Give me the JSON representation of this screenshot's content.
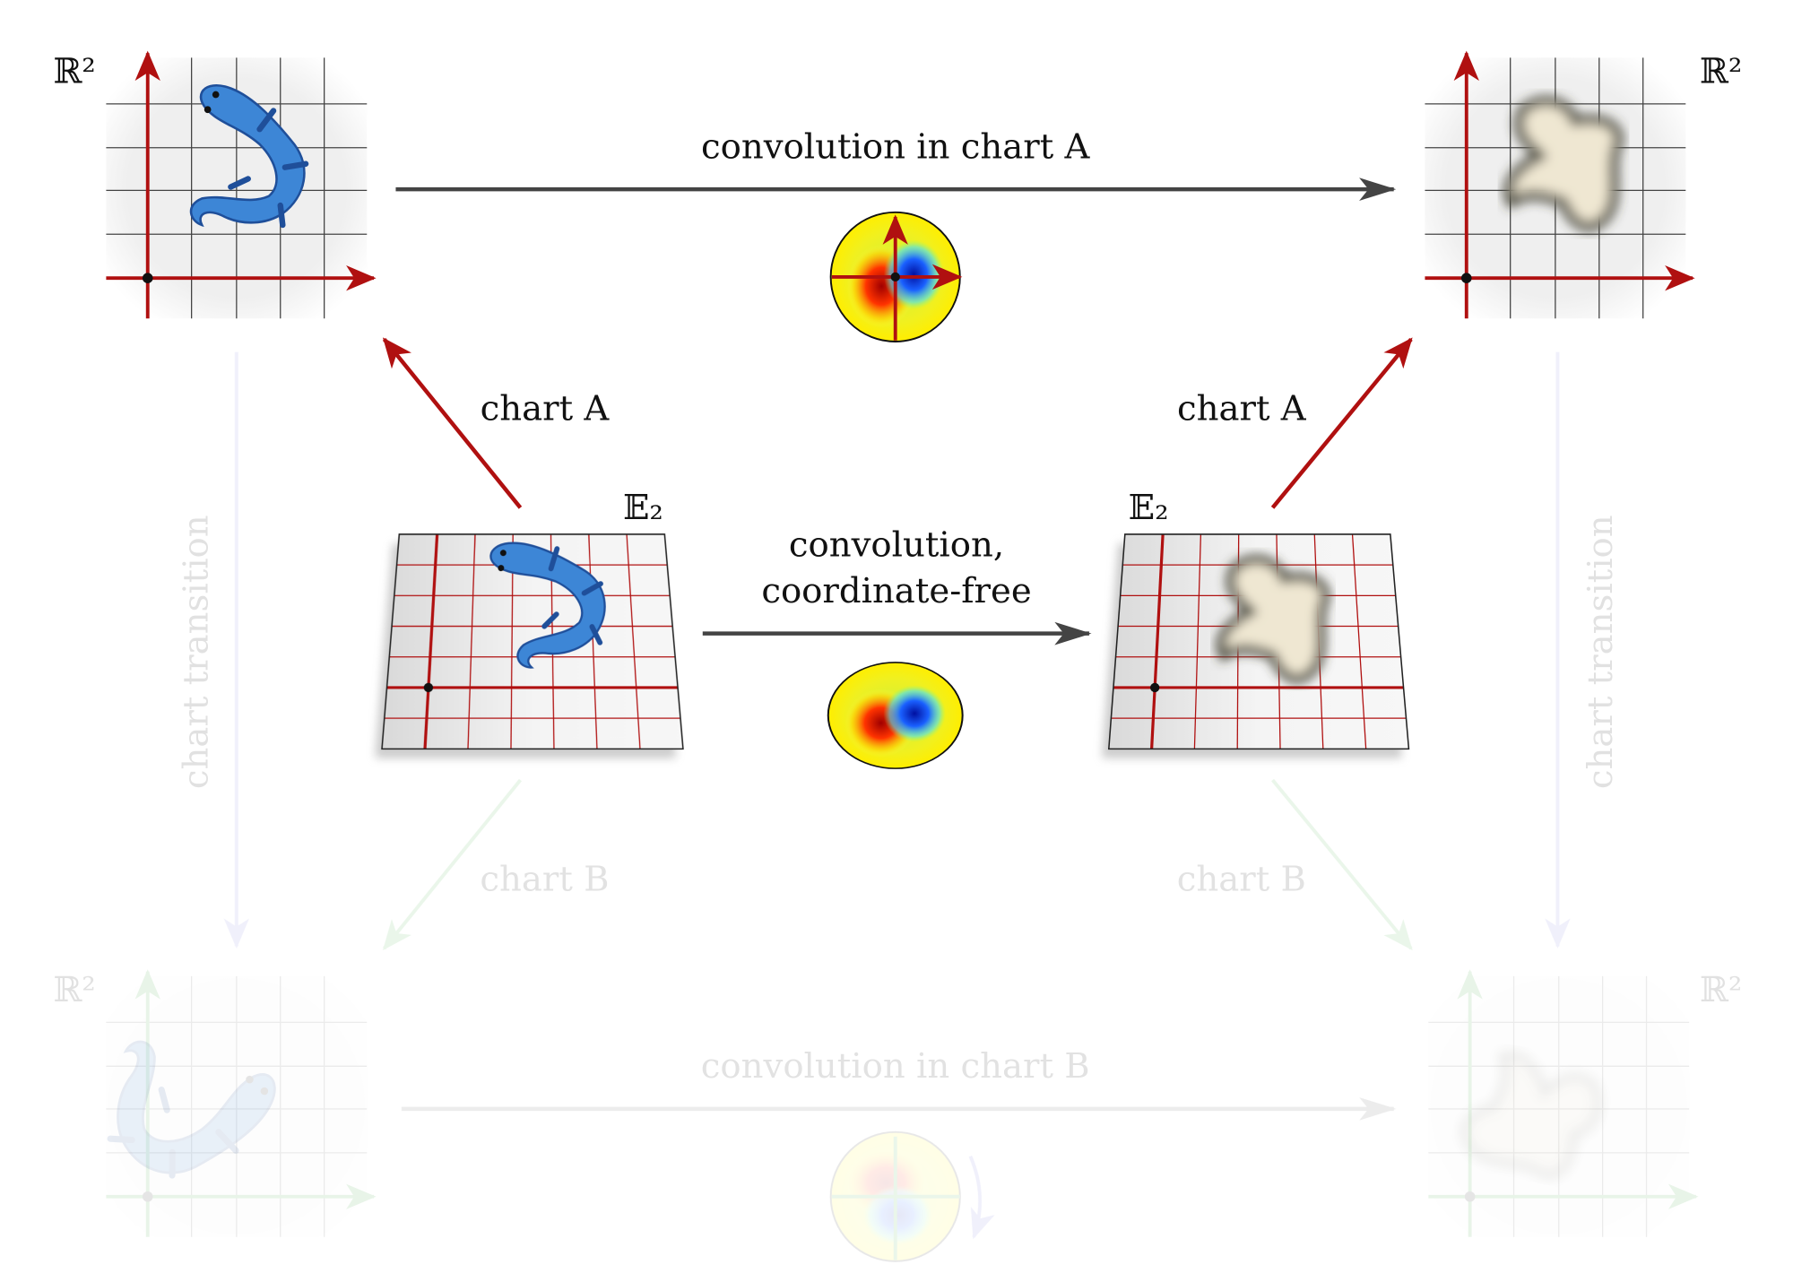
{
  "labels": {
    "r2": "ℝ²",
    "e2": "𝔼₂",
    "conv_chart_a": "convolution in chart A",
    "conv_chart_b": "convolution in chart B",
    "chart_a": "chart A",
    "chart_b": "chart B",
    "conv_free_1": "convolution,",
    "conv_free_2": "coordinate-free",
    "chart_transition": "chart transition"
  },
  "colors": {
    "chart_a": "#b01010",
    "chart_b": "#2ca02c",
    "transition": "#6c6cd8",
    "arrow": "#444444",
    "lizard": "#2f78c8"
  }
}
